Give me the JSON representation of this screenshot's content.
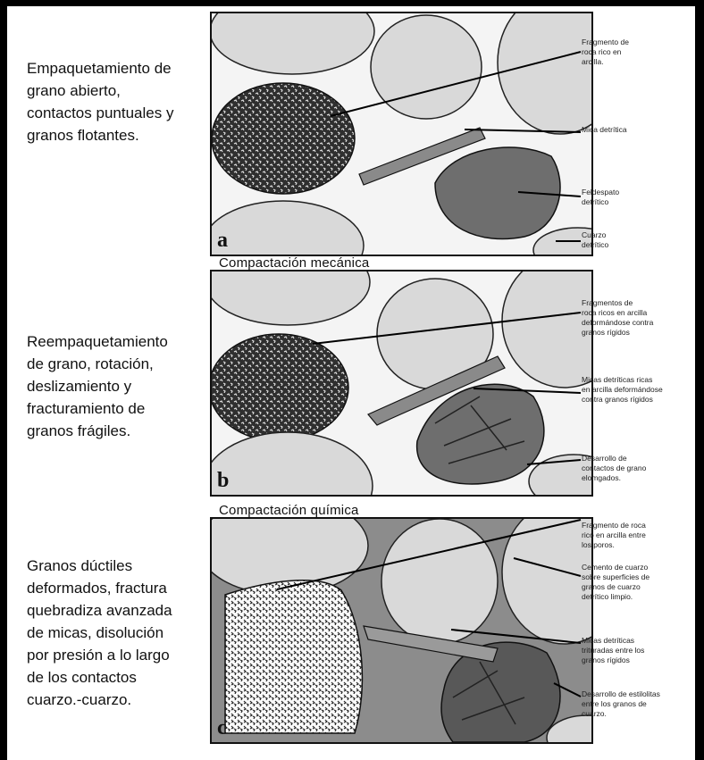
{
  "descriptions": {
    "a": [
      "Empaquetamiento de",
      "grano abierto,",
      "contactos puntuales y",
      "granos flotantes."
    ],
    "b": [
      "Reempaquetamiento",
      "de grano, rotación,",
      "deslizamiento y",
      "fracturamiento de",
      "granos frágiles."
    ],
    "c": [
      "Granos dúctiles",
      "deformados, fractura",
      "quebradiza avanzada",
      "de micas, disolución",
      "por presión a lo largo",
      "de los contactos",
      "cuarzo.-cuarzo."
    ]
  },
  "captions": {
    "mechanical": "Compactación mecánica",
    "chemical": "Compactación química"
  },
  "panel_labels": {
    "a": "a",
    "b": "b",
    "c": "c"
  },
  "annotations": {
    "a": [
      [
        "Fragmento de",
        "roca rico en",
        "arcilla."
      ],
      [
        "Mica detrítica"
      ],
      [
        "Feldespato",
        "detrítico"
      ],
      [
        "Cuarzo",
        "detrítico"
      ]
    ],
    "b": [
      [
        "Fragmentos de",
        "roca ricos en arcilla",
        "deformándose contra",
        "granos rígidos"
      ],
      [
        "Micas detríticas ricas",
        "en arcilla deformándose",
        "contra granos rígidos"
      ],
      [
        "Desarrollo de",
        "contactos de grano",
        "elomgados."
      ]
    ],
    "c": [
      [
        "Fragmento de roca",
        "rico en arcilla entre",
        "los poros."
      ],
      [
        "Cemento de cuarzo",
        "sobre superficies de",
        "granos de cuarzo",
        "detrítico limpio."
      ],
      [
        "Micas detríticas",
        "trituradas entre los",
        "granos rígidos"
      ],
      [
        "Desarrollo de estilolitas",
        "entre los granos de",
        "cuarzo."
      ]
    ]
  },
  "colors": {
    "quartz": "#d9d9d9",
    "feldspar": "#6e6e6e",
    "mica": "#8a8a8a",
    "rock_fragment": "#3a3a3a"
  }
}
